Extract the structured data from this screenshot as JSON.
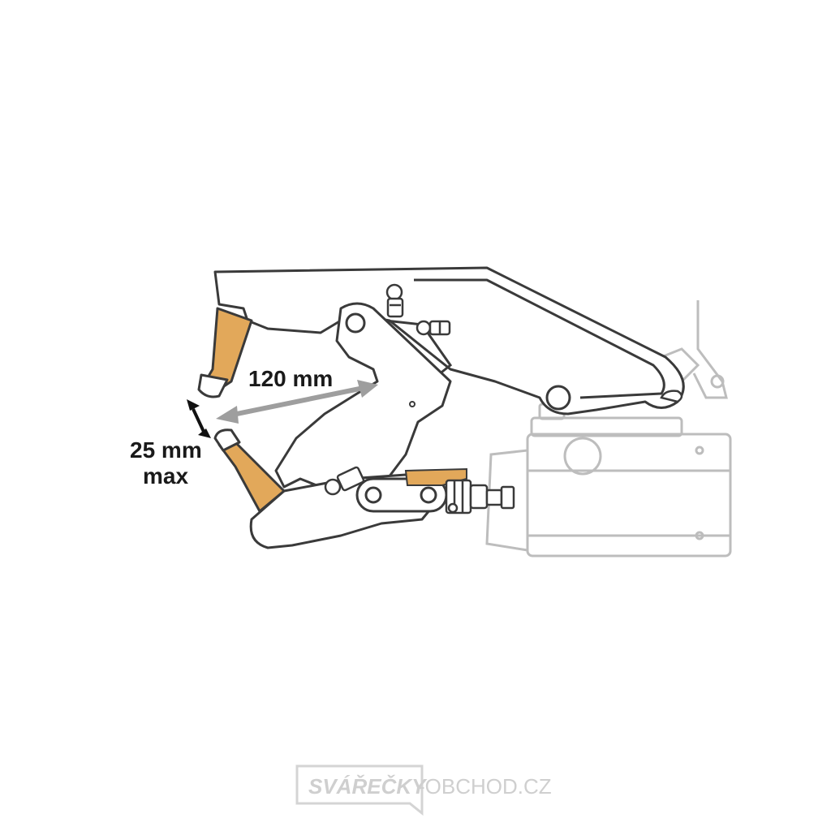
{
  "diagram": {
    "dimension_gap_label": "120 mm",
    "dimension_tip_label_line1": "25 mm",
    "dimension_tip_label_line2": "max"
  },
  "watermark": {
    "brand_part1": "SVÁŘEČKY",
    "brand_part2": "-OBCHOD.CZ"
  },
  "colors": {
    "electrode": "#e2a85a",
    "outline": "#3a3a3a",
    "faded_outline": "#b8b8b8",
    "arrow_gray": "#9e9e9e",
    "watermark": "#cfcfcf"
  }
}
